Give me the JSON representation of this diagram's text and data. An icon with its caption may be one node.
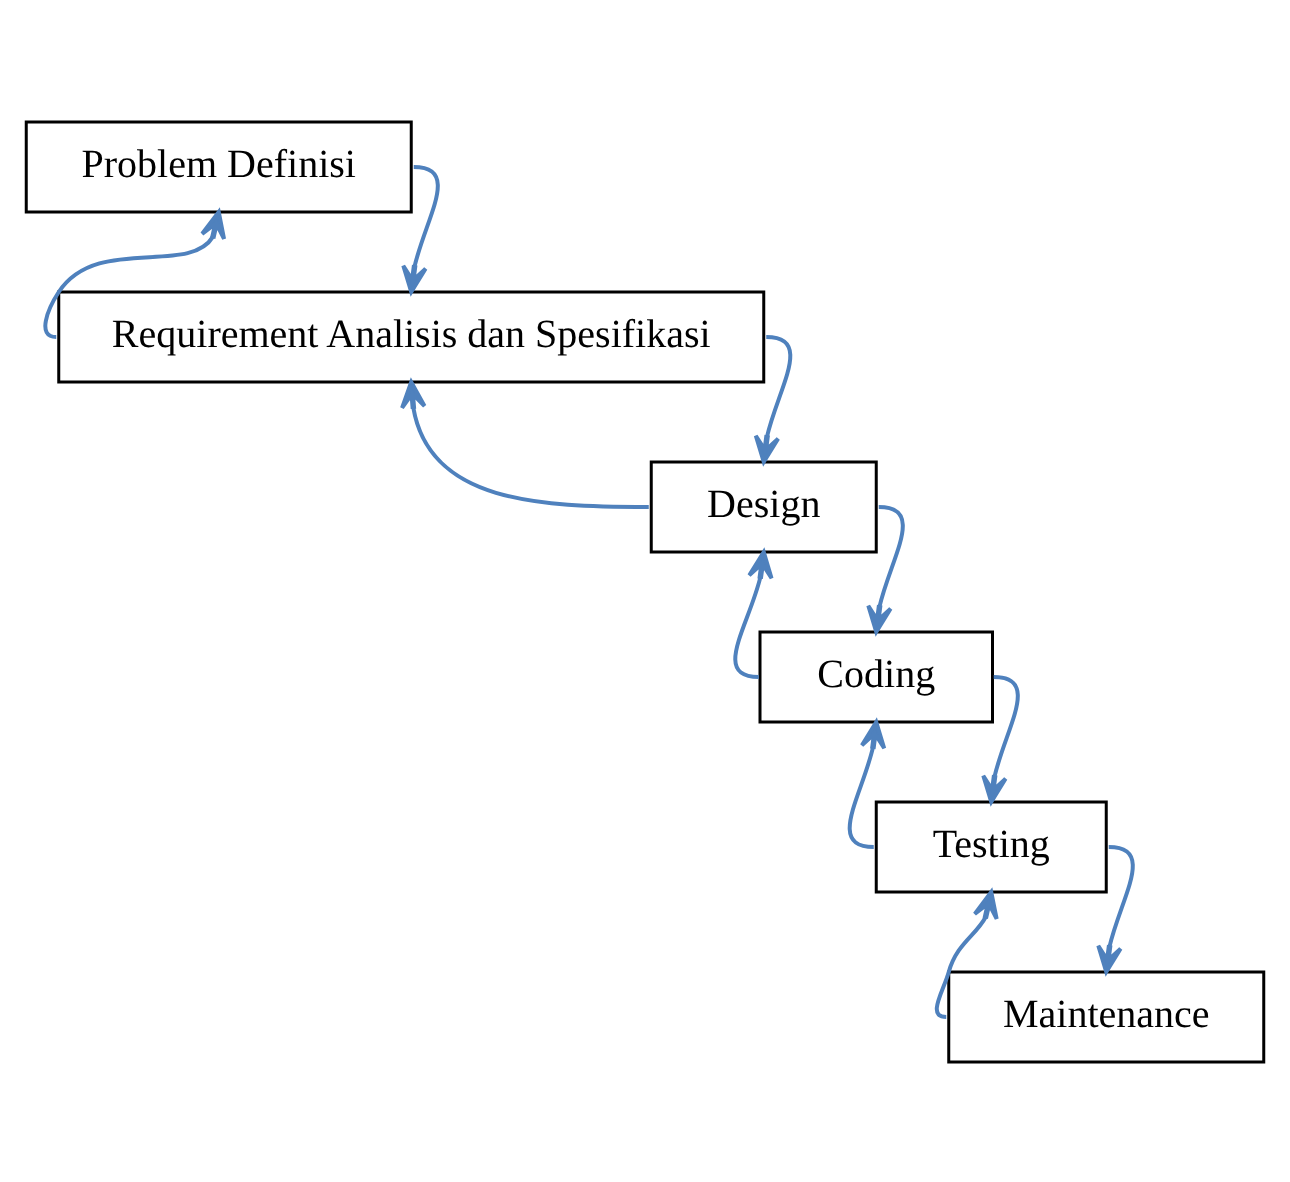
{
  "diagram": {
    "nodes": [
      {
        "text": [
          "Problem Definisi"
        ]
      },
      {
        "text": [
          "Requirement Analisis dan Spesifikasi"
        ]
      },
      {
        "text": [
          "Design"
        ]
      },
      {
        "text": [
          "Coding"
        ]
      },
      {
        "text": [
          "Testing"
        ]
      },
      {
        "text": [
          "Maintenance"
        ]
      }
    ],
    "edges": [
      {
        "from": 0,
        "to": 1,
        "arrow": "to"
      },
      {
        "from": 1,
        "to": 0,
        "arrow": "to"
      },
      {
        "from": 1,
        "to": 2,
        "arrow": "to"
      },
      {
        "from": 2,
        "to": 1,
        "arrow": "to"
      },
      {
        "from": 2,
        "to": 3,
        "arrow": "to"
      },
      {
        "from": 3,
        "to": 2,
        "arrow": "to"
      },
      {
        "from": 3,
        "to": 4,
        "arrow": "to"
      },
      {
        "from": 4,
        "to": 3,
        "arrow": "to"
      },
      {
        "from": 4,
        "to": 5,
        "arrow": "to"
      },
      {
        "from": 5,
        "to": 4,
        "arrow": "to"
      }
    ]
  }
}
